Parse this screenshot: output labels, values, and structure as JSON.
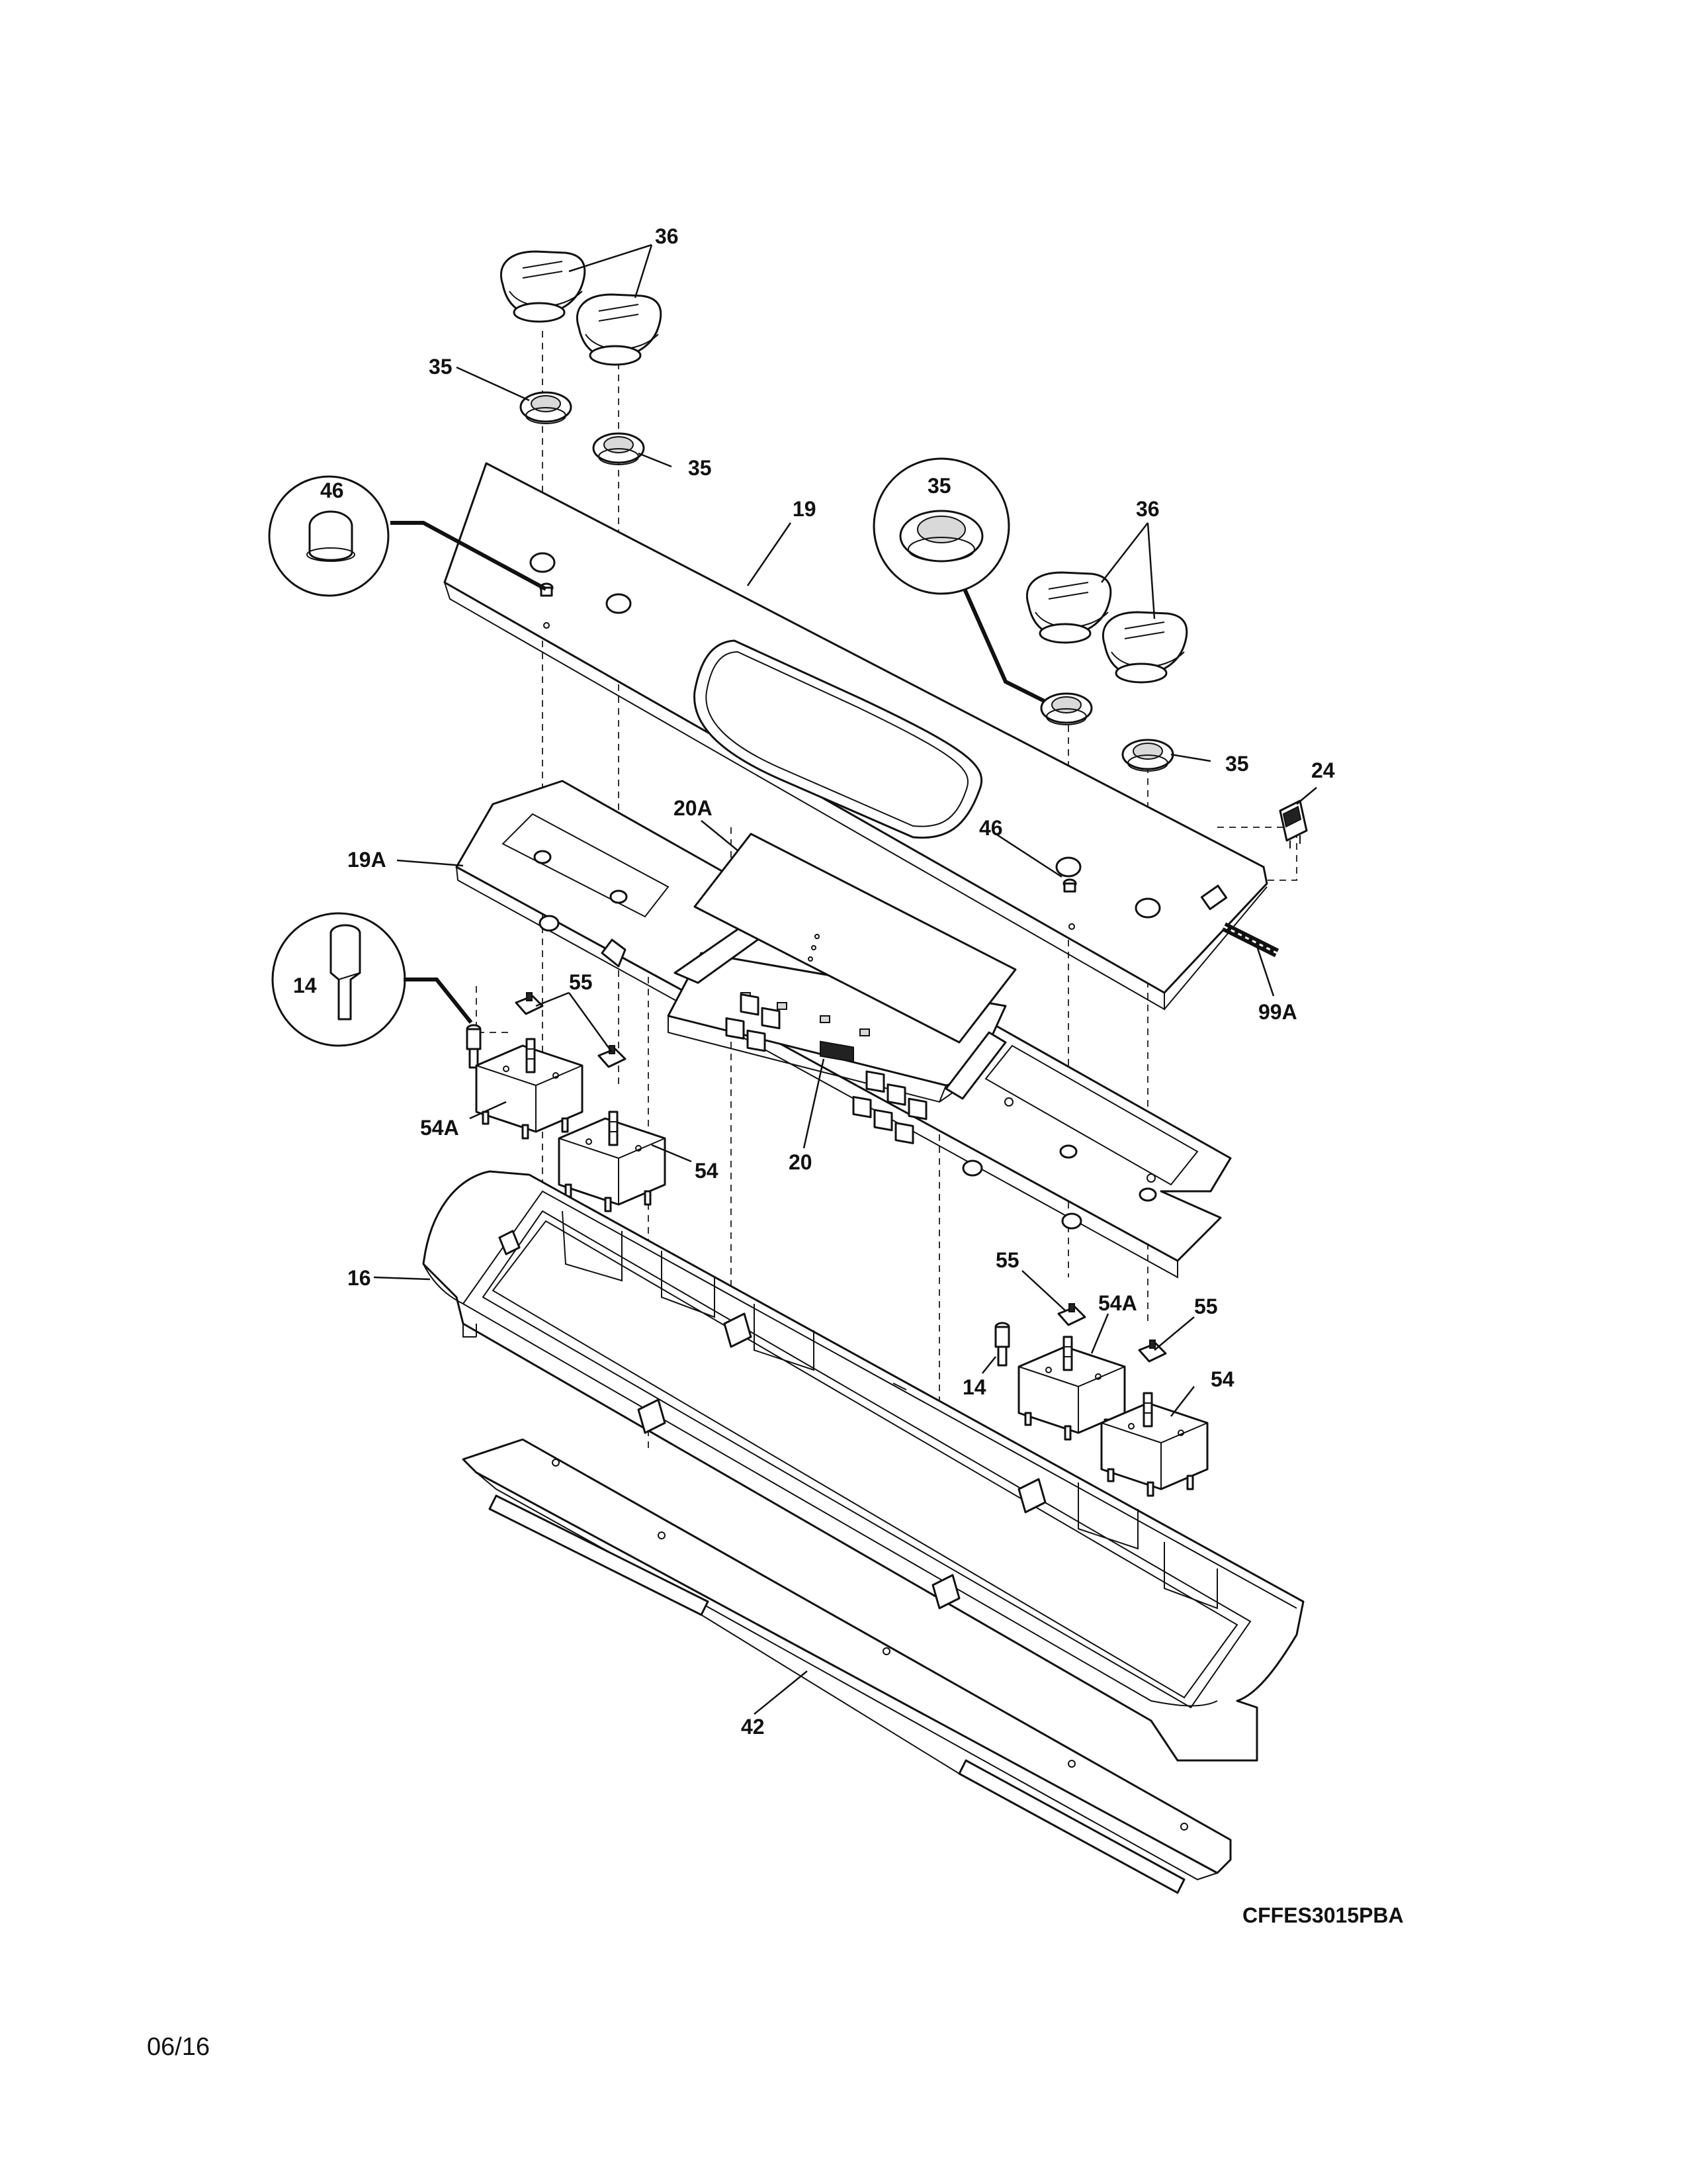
{
  "model_code": "CFFES3015PBA",
  "date_code": "06/16",
  "labels": {
    "l36a": "36",
    "l35a": "35",
    "l35b": "35",
    "l46a": "46",
    "l19": "19",
    "l35c": "35",
    "l36b": "36",
    "l35d": "35",
    "l24": "24",
    "l20a": "20A",
    "l46b": "46",
    "l19a": "19A",
    "l14a": "14",
    "l55a": "55",
    "l99a": "99A",
    "l54aa": "54A",
    "l54a": "54",
    "l20": "20",
    "l16": "16",
    "l55b": "55",
    "l54ab": "54A",
    "l55c": "55",
    "l54b": "54",
    "l14b": "14",
    "l42": "42"
  }
}
